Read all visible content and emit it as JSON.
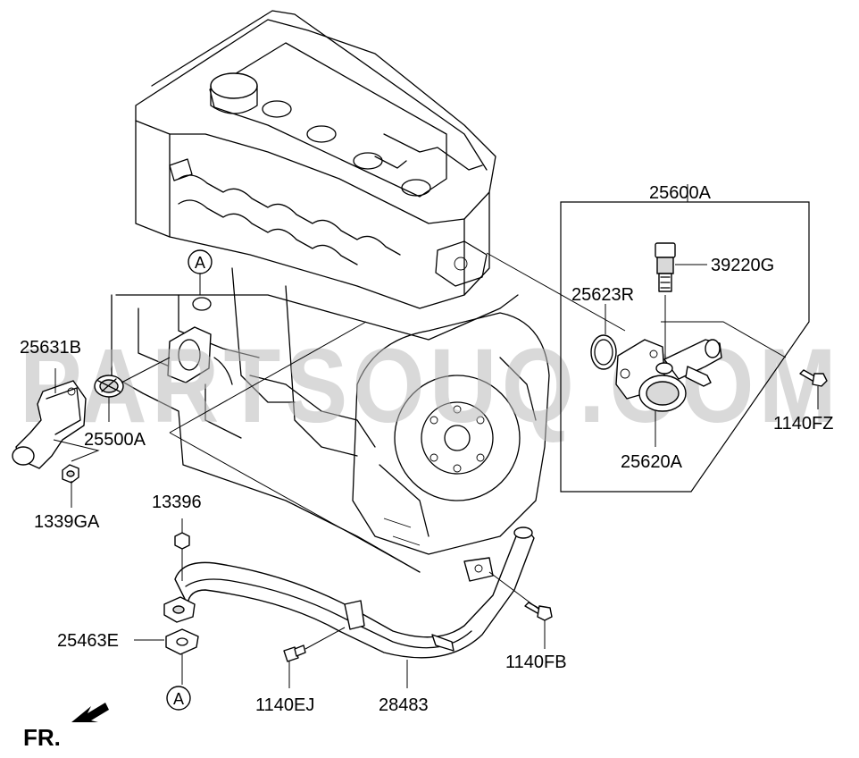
{
  "part_labels": {
    "p25600A": "25600A",
    "p39220G": "39220G",
    "p25623R": "25623R",
    "p25631B": "25631B",
    "p25500A": "25500A",
    "p1140FZ": "1140FZ",
    "p25620A": "25620A",
    "p13396": "13396",
    "p1339GA": "1339GA",
    "p25463E": "25463E",
    "p1140FB": "1140FB",
    "p1140EJ": "1140EJ",
    "p28483": "28483"
  },
  "reference_marks": {
    "upper": "A",
    "lower": "A"
  },
  "direction": {
    "label": "FR."
  },
  "watermark": {
    "text": "PARTSOUQ.COM"
  }
}
